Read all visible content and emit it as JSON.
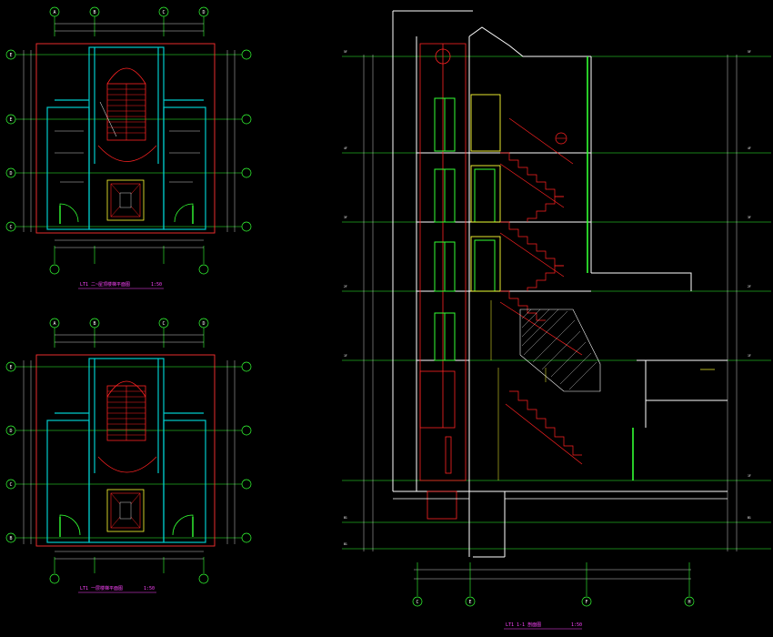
{
  "canvas": {
    "background": "#000000"
  },
  "colors": {
    "grid": "#33ff33",
    "wall": "#00cccc",
    "stair": "#ff2222",
    "outline": "#ff3030",
    "dim": "#ffffff",
    "yellow": "#ffff33",
    "title": "#ff44ff"
  },
  "plan_top": {
    "col_bubbles": [
      "A",
      "B",
      "C",
      "D"
    ],
    "row_bubbles": [
      "E",
      "E",
      "D",
      "C"
    ],
    "title": "LT1 二~屋顶楼梯平面图",
    "scale": "1:50"
  },
  "plan_bottom": {
    "col_bubbles": [
      "A",
      "B",
      "C",
      "D"
    ],
    "row_bubbles": [
      "E",
      "D",
      "C",
      "B"
    ],
    "title": "LT1 一层楼梯平面图",
    "scale": "1:50"
  },
  "section": {
    "title": "LT1 1-1 剖面图",
    "scale": "1:50",
    "col_bubbles": [
      "C",
      "E",
      "F",
      "H"
    ],
    "levels_left": [
      "5F",
      "4F",
      "3F",
      "2F",
      "1F",
      "B1",
      "B1"
    ],
    "levels_right": [
      "5F",
      "4F",
      "3F",
      "2F",
      "1F",
      "1F",
      "B1"
    ]
  }
}
